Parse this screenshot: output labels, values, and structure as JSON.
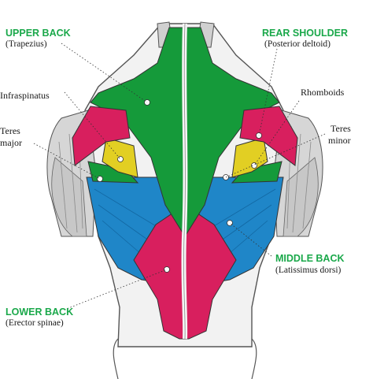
{
  "colors": {
    "heading": "#1aa84a",
    "trapezius": "#159a3a",
    "deltoid": "#d81f5e",
    "latissimus": "#1f86c8",
    "erector": "#d81f5e",
    "infraspinatus": "#e2cf23",
    "teres": "#159a3a",
    "arm": "#d4d4d4",
    "outline": "#444444"
  },
  "labels": {
    "upper_back": {
      "title": "UPPER BACK",
      "sub": "(Trapezius)"
    },
    "rear_shoulder": {
      "title": "REAR SHOULDER",
      "sub": "(Posterior deltoid)"
    },
    "infraspinatus": "Infraspinatus",
    "rhomboids": "Rhomboids",
    "teres_major": [
      "Teres",
      "major"
    ],
    "teres_minor": [
      "Teres",
      "minor"
    ],
    "middle_back": {
      "title": "MIDDLE BACK",
      "sub": "(Latissimus dorsi)"
    },
    "lower_back": {
      "title": "LOWER BACK",
      "sub": "(Erector spinae)"
    }
  }
}
